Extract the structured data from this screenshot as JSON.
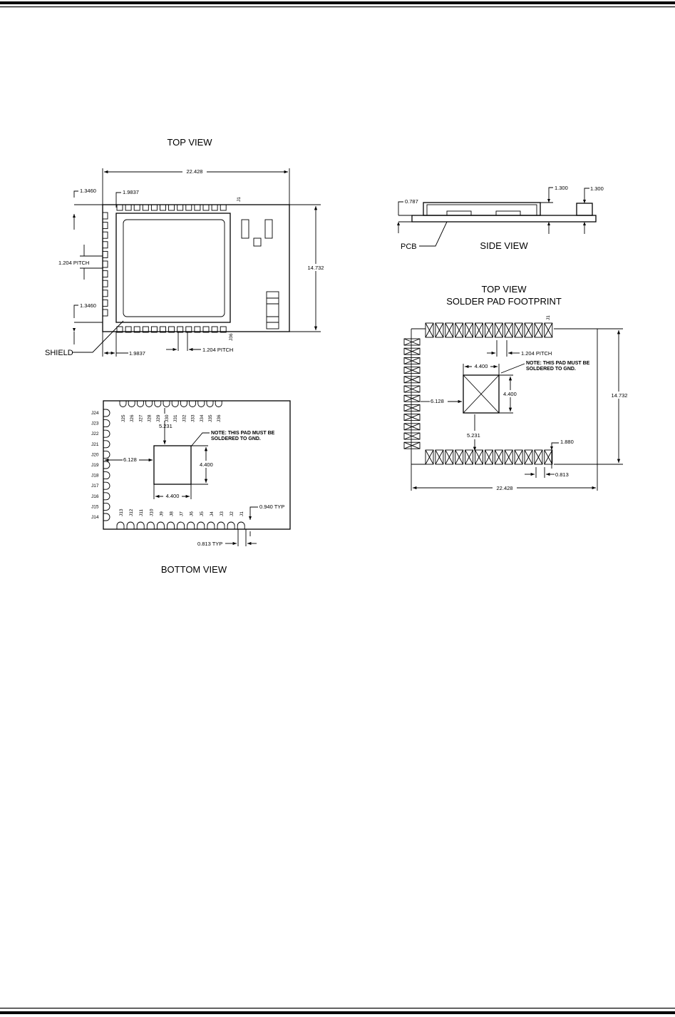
{
  "top_view": {
    "title": "TOP VIEW",
    "width": "22.428",
    "height": "14.732",
    "edge_top": "1.3460",
    "edge_bottom": "1.3460",
    "first_pad_top": "1.9837",
    "first_pad_bottom": "1.9837",
    "pitch_left": "1.204 PITCH",
    "pitch_bottom": "1.204 PITCH",
    "pin_first": "J1",
    "pin_last": "J36",
    "shield": "SHIELD"
  },
  "side_view": {
    "title": "SIDE VIEW",
    "pcb_thickness": "0.787",
    "height": "1.300",
    "height_right": "1.300",
    "pcb": "PCB"
  },
  "footprint": {
    "title1": "TOP VIEW",
    "title2": "SOLDER PAD FOOTPRINT",
    "pin_first": "J1",
    "pitch": "1.204 PITCH",
    "pad_w": "4.400",
    "pad_h": "4.400",
    "note1": "NOTE: THIS PAD MUST BE",
    "note2": "SOLDERED TO GND.",
    "offset_x": "6.128",
    "offset_y": "5.231",
    "height": "14.732",
    "pad_len": "1.880",
    "pad_width": "0.813",
    "width": "22.428"
  },
  "bottom_view": {
    "title": "BOTTOM VIEW",
    "note1": "NOTE: THIS PAD MUST BE",
    "note2": "SOLDERED TO GND.",
    "offset_y": "5.231",
    "offset_x": "6.128",
    "pad_h": "4.400",
    "pad_w": "4.400",
    "typ_len": "0.940  TYP",
    "typ_w": "0.813  TYP",
    "left_pins": [
      "J24",
      "J23",
      "J22",
      "J21",
      "J20",
      "J19",
      "J18",
      "J17",
      "J16",
      "J15",
      "J14"
    ],
    "top_pins": [
      "J25",
      "J26",
      "J27",
      "J28",
      "J29",
      "J30",
      "J31",
      "J32",
      "J33",
      "J34",
      "J35",
      "J36"
    ],
    "bottom_pins": [
      "J13",
      "J12",
      "J11",
      "J10",
      "J9",
      "J8",
      "J7",
      "J6",
      "J5",
      "J4",
      "J3",
      "J2",
      "J1"
    ]
  }
}
